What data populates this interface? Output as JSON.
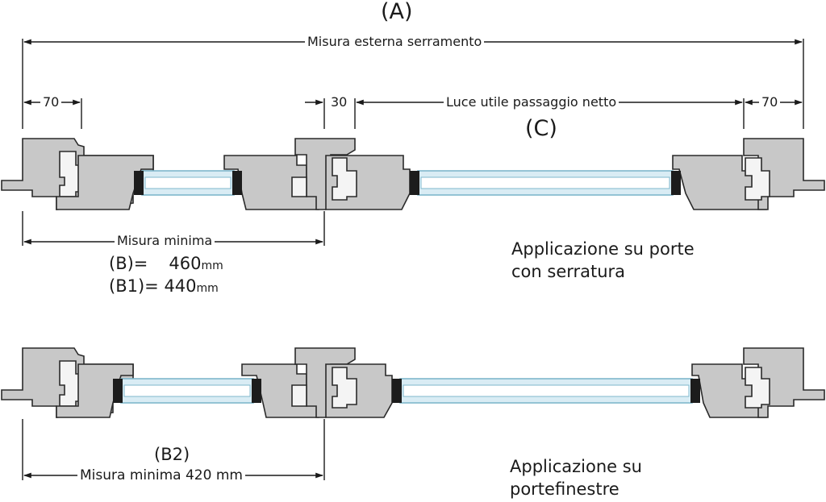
{
  "labels": {
    "a": "(A)",
    "overall": "Misura esterna serramento",
    "left70": "70",
    "thirty": "30",
    "clear": "Luce utile passaggio netto",
    "right70": "70",
    "c": "(C)",
    "min_title": "Misura minima",
    "b_label": "(B)=",
    "b_value": "460",
    "b1_label": "(B1)=",
    "b1_value": "440",
    "unit_mm": "mm",
    "b2": "(B2)",
    "min420": "Misura minima 420 mm",
    "app1_line1": "Applicazione su porte",
    "app1_line2": "con serratura",
    "app2_line1": "Applicazione su",
    "app2_line2": "portefinestre"
  },
  "colors": {
    "profile": "#c8c8c8",
    "outline": "#2a2a2a",
    "glass": "#d9ecf4",
    "glass_edge": "#7fb7cc",
    "spacer": "#1c1c1c"
  }
}
